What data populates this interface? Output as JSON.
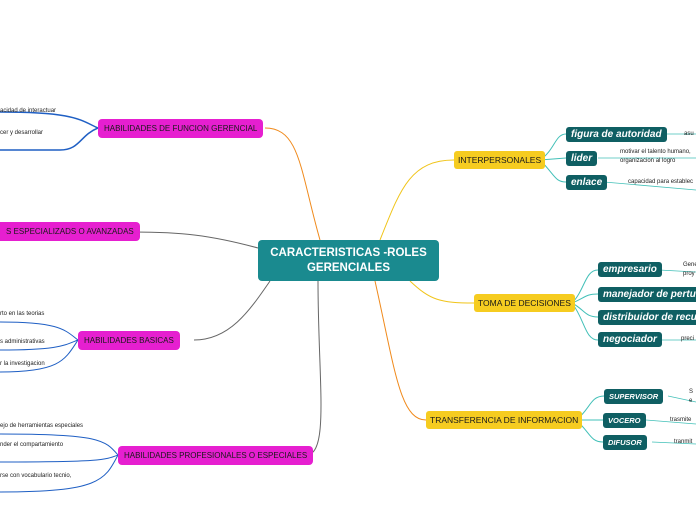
{
  "central": {
    "title": "CARACTERISTICAS -ROLES GERENCIALES"
  },
  "left_branches": [
    {
      "label": "HABILIDADES DE FUNCION GERENCIAL",
      "items": [
        "acidad de interactuar",
        "cer y desarrollar"
      ]
    },
    {
      "label": "S ESPECIALIZADS O AVANZADAS",
      "items": []
    },
    {
      "label": "HABILIDADES BASICAS",
      "items": [
        "rto en las teorias",
        "s administrativas",
        "r la investigacion"
      ]
    },
    {
      "label": "HABILIDADES PROFESIONALES O ESPECIALES",
      "items": [
        "ejo de herramientas especiales",
        "nder el compartamiento",
        "rse con vocabulario tecnio,"
      ]
    }
  ],
  "right_branches": [
    {
      "label": "INTERPERSONALES",
      "roles": [
        {
          "label": "figura de autoridad",
          "desc": [
            "a",
            "su"
          ]
        },
        {
          "label": "lider",
          "desc": [
            "motivar el talento humano,",
            "organizacion al logro"
          ]
        },
        {
          "label": "enlace",
          "desc": [
            "capacidad para establec"
          ]
        }
      ]
    },
    {
      "label": "TOMA DE DECISIONES",
      "roles": [
        {
          "label": "empresario",
          "desc": [
            "Gene",
            "proy"
          ]
        },
        {
          "label": "manejador de pertur",
          "desc": []
        },
        {
          "label": "distribuidor de recur",
          "desc": []
        },
        {
          "label": "negociador",
          "desc": [
            "preci"
          ]
        }
      ]
    },
    {
      "label": "TRANSFERENCIA DE INFORMACION",
      "roles": [
        {
          "label": "SUPERVISOR",
          "desc": [
            "S",
            "e"
          ]
        },
        {
          "label": "VOCERO",
          "desc": [
            "trasmite"
          ]
        },
        {
          "label": "DIFUSOR",
          "desc": [
            "tranmit"
          ]
        }
      ]
    }
  ],
  "colors": {
    "central": "#1a8a8f",
    "left_branch": "#e61fd0",
    "right_branch": "#f6cc20",
    "role": "#0f5f63",
    "blue_lines": "#1f5fc4",
    "gray_lines": "#666666",
    "orange_line": "#f08a1c",
    "yellow_line": "#f0c419",
    "teal_lines": "#42c0b8"
  }
}
